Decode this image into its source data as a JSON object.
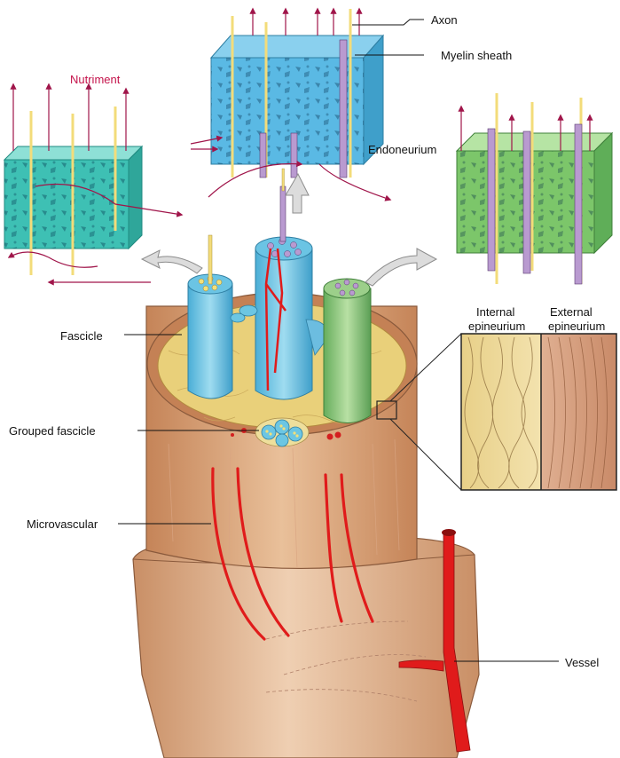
{
  "labels": {
    "axon": "Axon",
    "myelin_sheath": "Myelin sheath",
    "nutriment": "Nutriment",
    "endoneurium": "Endoneurium",
    "fascicle": "Fascicle",
    "internal_epineurium_line1": "Internal",
    "internal_epineurium_line2": "epineurium",
    "external_epineurium_line1": "External",
    "external_epineurium_line2": "epineurium",
    "grouped_fascicle": "Grouped fascicle",
    "microvascular": "Microvascular",
    "vessel": "Vessel"
  },
  "colors": {
    "nutriment_arrow": "#a0154a",
    "blood_vessel": "#e01b1b",
    "fascicle_blue": "#6cc6e3",
    "fascicle_green": "#8cc47a",
    "endoneurium_blue": "#4fb4e2",
    "endoneurium_teal": "#3ec0b4",
    "endoneurium_green": "#7cc66a",
    "epineurium_internal": "#efdc9a",
    "epineurium_external": "#d9a17f",
    "nerve_tan": "#e4b48c"
  }
}
